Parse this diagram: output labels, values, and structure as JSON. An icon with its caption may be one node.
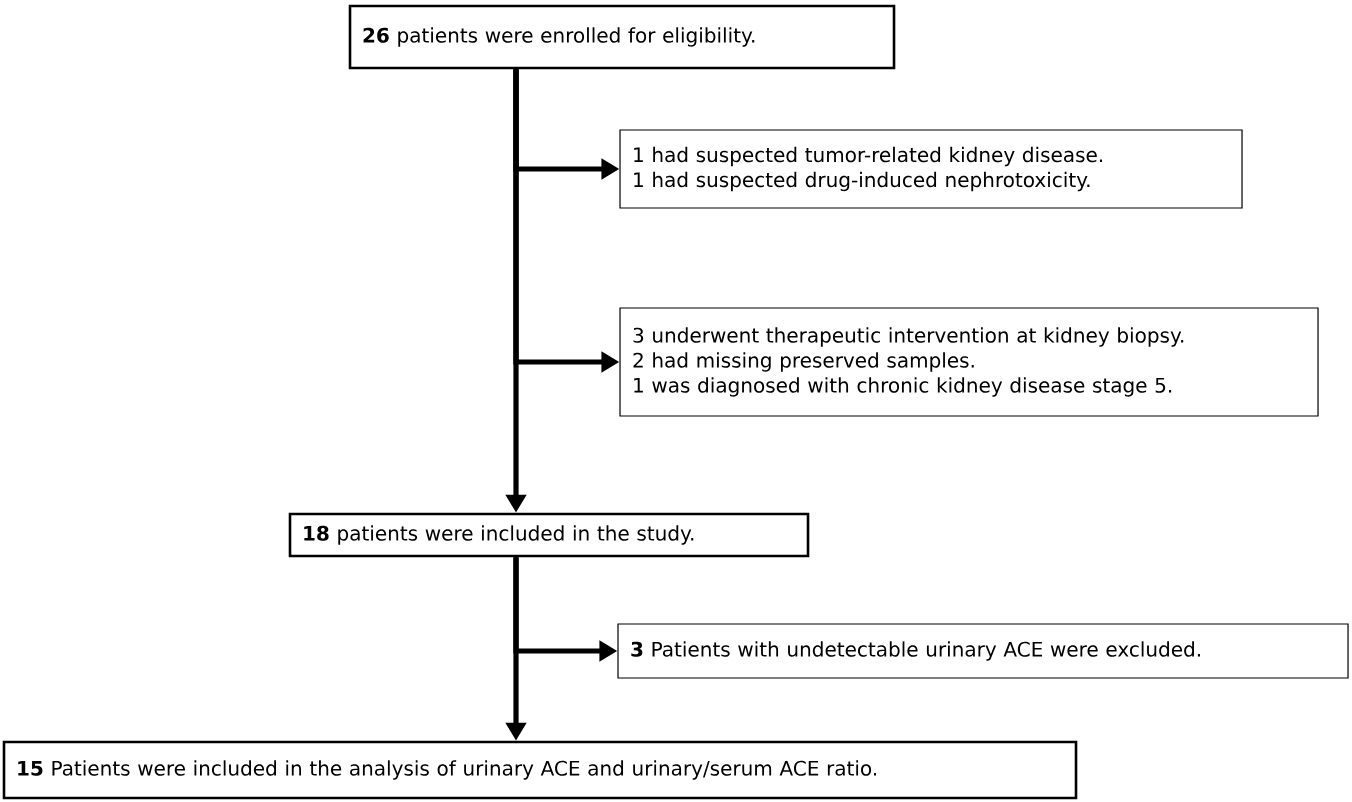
{
  "diagram": {
    "nodes": [
      {
        "text": [
          "**26** patients were enrolled for eligibility."
        ]
      },
      {
        "text": [
          "1 had suspected tumor-related kidney disease.",
          "1 had suspected drug-induced nephrotoxicity."
        ]
      },
      {
        "text": [
          "3 underwent therapeutic intervention at kidney biopsy.",
          "2 had missing preserved samples.",
          "1 was diagnosed with chronic kidney disease stage 5."
        ]
      },
      {
        "text": [
          "**18** patients were included in the study."
        ]
      },
      {
        "text": [
          "**3** Patients with undetectable urinary ACE were excluded."
        ]
      },
      {
        "text": [
          "**15** Patients were included in the analysis of urinary ACE and urinary/serum ACE ratio."
        ]
      }
    ],
    "edges": [
      {
        "from": 0,
        "to": 1,
        "arrow": "to"
      },
      {
        "from": 0,
        "to": 2,
        "arrow": "to"
      },
      {
        "from": 0,
        "to": 3,
        "arrow": "to"
      },
      {
        "from": 3,
        "to": 4,
        "arrow": "to"
      },
      {
        "from": 3,
        "to": 5,
        "arrow": "to"
      }
    ]
  }
}
